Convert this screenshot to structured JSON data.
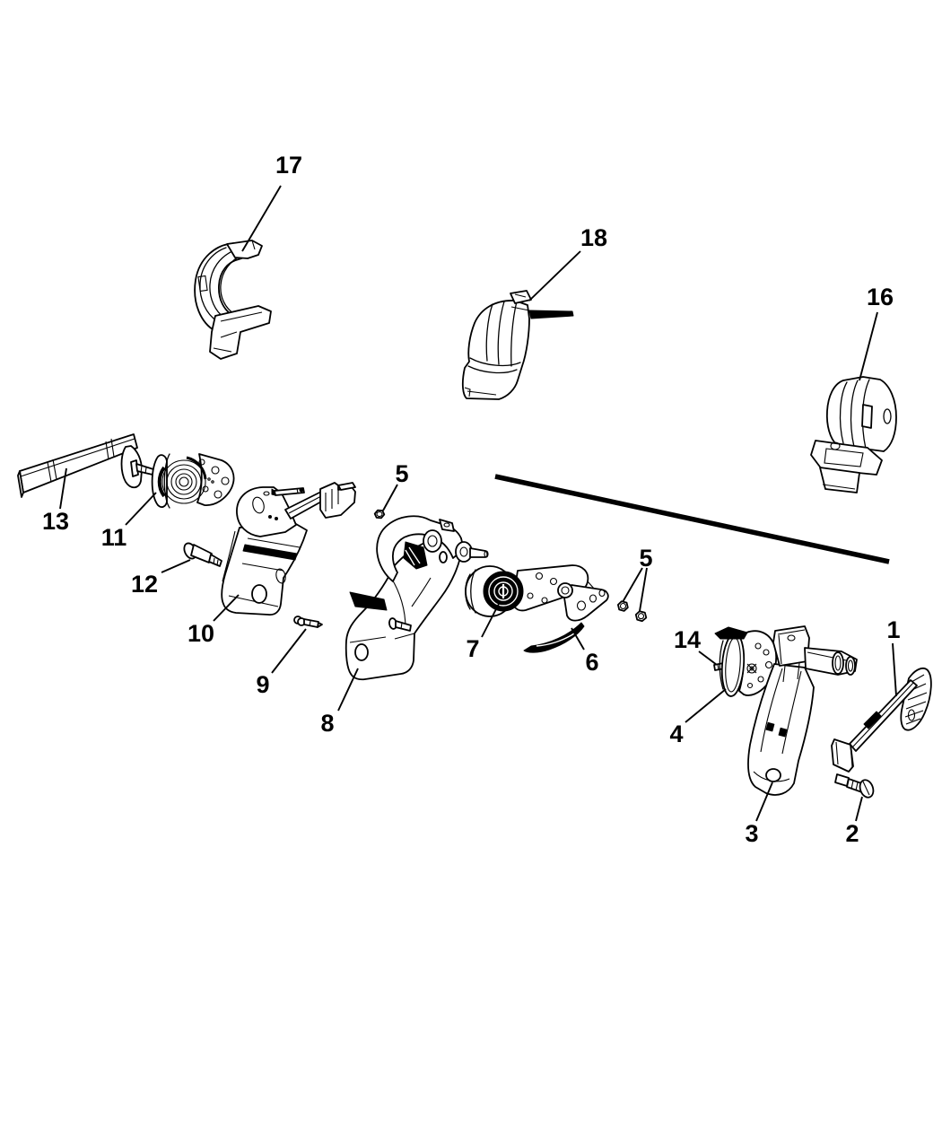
{
  "figure": {
    "type": "exploded-parts-line-diagram",
    "background_color": "#ffffff",
    "line_color": "#000000",
    "label_color": "#000000"
  },
  "callouts": [
    {
      "label": "17"
    },
    {
      "label": "18"
    },
    {
      "label": "16"
    },
    {
      "label": "13"
    },
    {
      "label": "11"
    },
    {
      "label": "12"
    },
    {
      "label": "10"
    },
    {
      "label": "9"
    },
    {
      "label": "8"
    },
    {
      "label": "5"
    },
    {
      "label": "7"
    },
    {
      "label": "6"
    },
    {
      "label": "5"
    },
    {
      "label": "14"
    },
    {
      "label": "4"
    },
    {
      "label": "1"
    },
    {
      "label": "3"
    },
    {
      "label": "2"
    }
  ]
}
